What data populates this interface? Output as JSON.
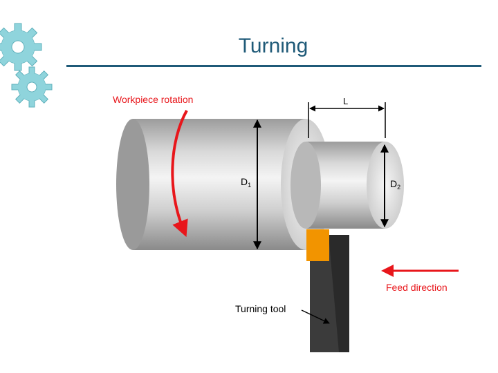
{
  "slide": {
    "title": "Turning"
  },
  "diagram": {
    "labels": {
      "workpiece_rotation": "Workpiece rotation",
      "length": "L",
      "d1_letter": "D",
      "d1_sub": "1",
      "d2_letter": "D",
      "d2_sub": "2",
      "feed_direction": "Feed direction",
      "turning_tool": "Turning tool"
    },
    "icons": [
      "gear-icon",
      "gear-icon"
    ],
    "colors": {
      "accent": "#1f5a78",
      "gear": "#8fd4dc",
      "arrow_red": "#e8161b",
      "insert_orange": "#f29400",
      "tool_dark": "#3b3b3b"
    }
  }
}
